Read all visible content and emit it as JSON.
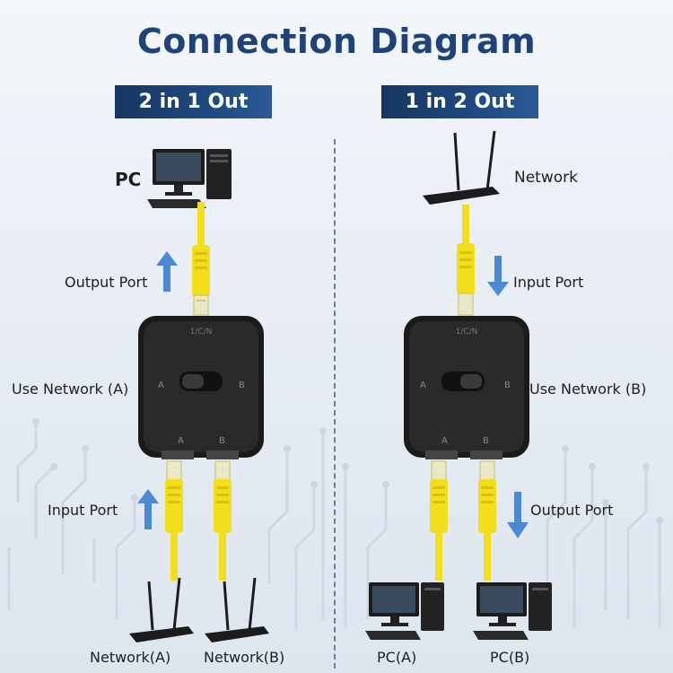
{
  "title": "Connection Diagram",
  "left": {
    "banner": "2 in 1 Out",
    "top_device": "PC",
    "top_port": "Output Port",
    "switch_label": "Use Network (A)",
    "bottom_port": "Input Port",
    "bottom_devices": [
      "Network(A)",
      "Network(B)"
    ]
  },
  "right": {
    "banner": "1 in 2 Out",
    "top_device": "Network",
    "top_port": "Input Port",
    "switch_label": "Use Network (B)",
    "bottom_port": "Output Port",
    "bottom_devices": [
      "PC(A)",
      "PC(B)"
    ]
  },
  "switch": {
    "top_text": "1/C/N",
    "side_a": "A",
    "side_b": "B",
    "port_a": "A",
    "port_b": "B"
  },
  "colors": {
    "title": "#1f4378",
    "banner": "#1f4a80",
    "cable": "#f2de1a",
    "arrow": "#4a8ad4",
    "device": "#1c1c1c"
  }
}
